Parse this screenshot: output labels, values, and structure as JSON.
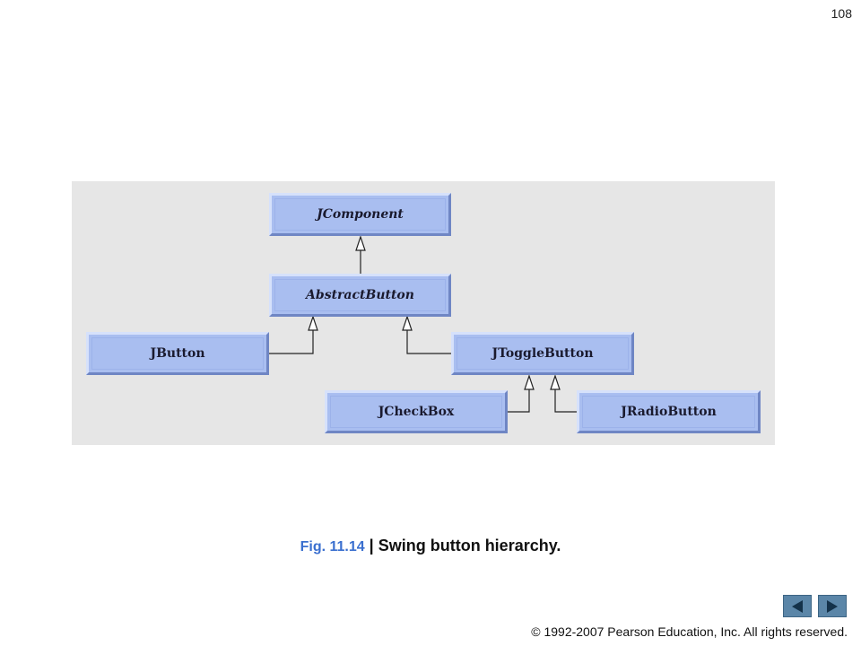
{
  "page_number": "108",
  "diagram": {
    "nodes": {
      "jcomponent": "JComponent",
      "abstractbutton": "AbstractButton",
      "jbutton": "JButton",
      "jtogglebutton": "JToggleButton",
      "jcheckbox": "JCheckBox",
      "jradiobutton": "JRadioButton"
    }
  },
  "caption": {
    "fig_label": "Fig. 11.14",
    "separator": "|",
    "title": "Swing button hierarchy."
  },
  "footer": {
    "copyright": "© 1992-2007 Pearson Education, Inc.  All rights reserved."
  },
  "colors": {
    "node_fill": "#a9bef0",
    "panel": "#e6e6e6",
    "nav_button": "#5b86a8",
    "fig_label": "#3a6fcf"
  },
  "nav": {
    "prev_icon": "triangle-left-icon",
    "next_icon": "triangle-right-icon"
  }
}
